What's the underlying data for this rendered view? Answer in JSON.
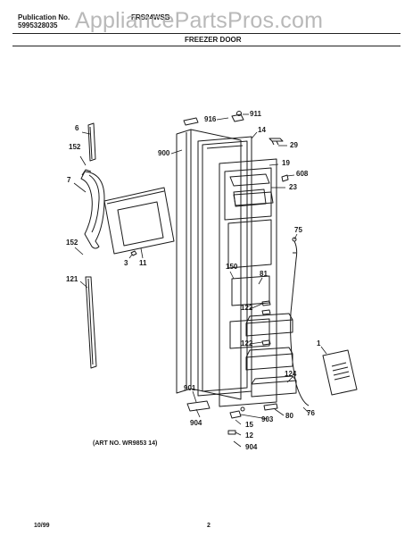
{
  "header": {
    "publication_label": "Publication No.",
    "publication_number": "5995328035",
    "model": "FRS24WSB",
    "watermark": "AppliancePartsPros.com",
    "section_title": "FREEZER DOOR"
  },
  "parts": {
    "p6": "6",
    "p152a": "152",
    "p7": "7",
    "p152b": "152",
    "p121": "121",
    "p3": "3",
    "p11": "11",
    "p900": "900",
    "p916": "916",
    "p911": "911",
    "p14": "14",
    "p29": "29",
    "p19": "19",
    "p608": "608",
    "p23": "23",
    "p75": "75",
    "p150": "150",
    "p81": "81",
    "p122a": "122",
    "p122b": "122",
    "p1": "1",
    "p124": "124",
    "p901": "901",
    "p903": "903",
    "p80": "80",
    "p76": "76",
    "p904a": "904",
    "p15": "15",
    "p12": "12",
    "p904b": "904"
  },
  "art_number": "(ART NO. WR9853  14)",
  "footer": {
    "date": "10/99",
    "page": "2"
  }
}
